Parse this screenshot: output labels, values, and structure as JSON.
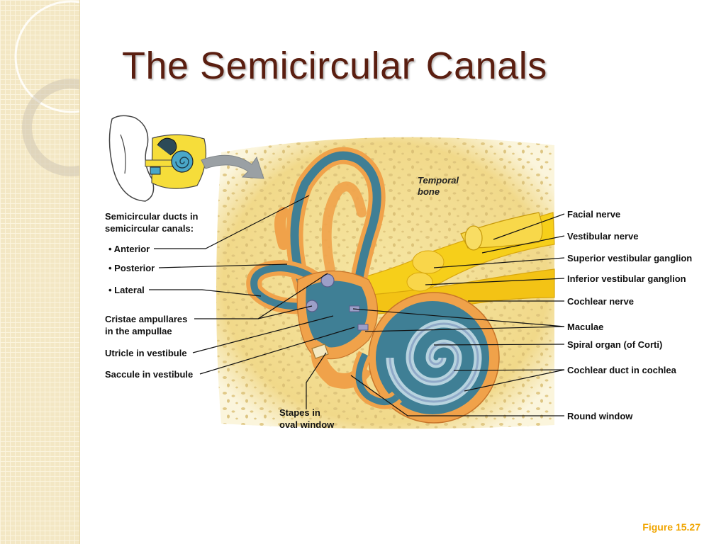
{
  "slide": {
    "title": "The Semicircular Canals",
    "figure_ref": "Figure 15.27"
  },
  "diagram": {
    "region_label": [
      "Temporal",
      "bone"
    ],
    "left_labels": {
      "semicircular_heading": [
        "Semicircular ducts in",
        "semicircular canals:"
      ],
      "anterior": "• Anterior",
      "posterior": "• Posterior",
      "lateral": "• Lateral",
      "cristae": [
        "Cristae ampullares",
        "in the ampullae"
      ],
      "utricle": "Utricle in vestibule",
      "saccule": "Saccule in vestibule"
    },
    "bottom_label": [
      "Stapes in",
      "oval window"
    ],
    "right_labels": {
      "facial_nerve": "Facial nerve",
      "vestibular_nerve": "Vestibular nerve",
      "superior_ganglion": "Superior vestibular ganglion",
      "inferior_ganglion": "Inferior vestibular ganglion",
      "cochlear_nerve": "Cochlear nerve",
      "maculae": "Maculae",
      "spiral_organ": "Spiral organ (of Corti)",
      "cochlear_duct": "Cochlear duct in cochlea",
      "round_window": "Round window"
    }
  },
  "colors": {
    "title": "#5a1e10",
    "figure_ref": "#f0a500",
    "bone": "#f3dc8c",
    "duct_blue": "#3f7f95",
    "canal_orange": "#f0a24a",
    "nerve_yellow": "#f6cf1a"
  }
}
